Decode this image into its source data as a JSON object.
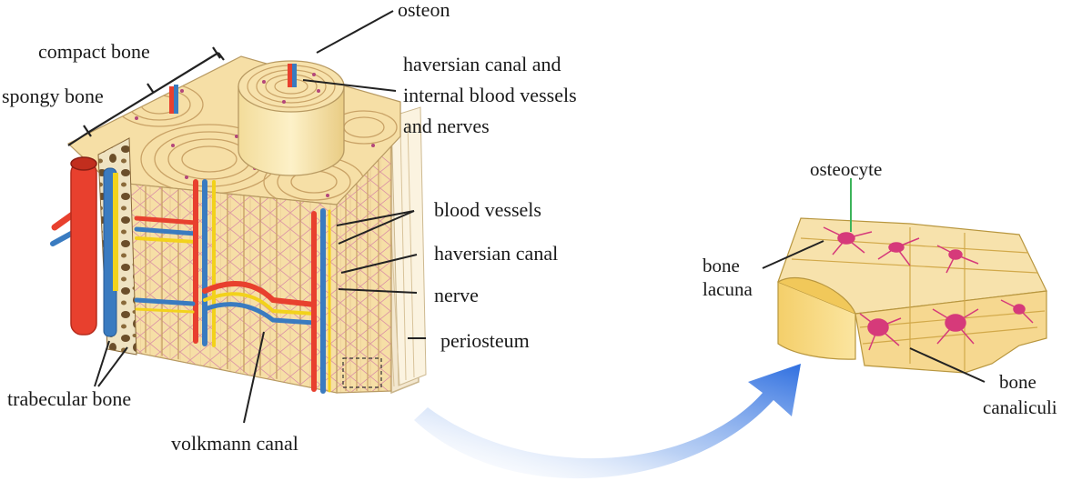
{
  "labels": {
    "osteon": "osteon",
    "compact_bone": "compact bone",
    "spongy_bone": "spongy bone",
    "haversian_line1": "haversian canal and",
    "haversian_line2": "internal blood vessels",
    "haversian_line3": "and nerves",
    "blood_vessels": "blood vessels",
    "haversian_canal": "haversian canal",
    "nerve": "nerve",
    "periosteum": "periosteum",
    "trabecular_bone": "trabecular bone",
    "volkmann_canal": "volkmann canal",
    "osteocyte": "osteocyte",
    "bone_lacuna_line1": "bone",
    "bone_lacuna_line2": "lacuna",
    "bone_canaliculi_line1": "bone",
    "bone_canaliculi_line2": "canaliculi"
  },
  "colors": {
    "bone_fill": "#f6dfa6",
    "bone_light": "#fbeec6",
    "lamella_line": "#c9a266",
    "artery": "#e8402e",
    "vein": "#3a7bc0",
    "nerve": "#f2d21b",
    "osteocyte": "#d63a7a",
    "arrow_blue": "#2f6fe0",
    "label_line": "#333333",
    "osteocyte_line": "#3cb35a"
  }
}
